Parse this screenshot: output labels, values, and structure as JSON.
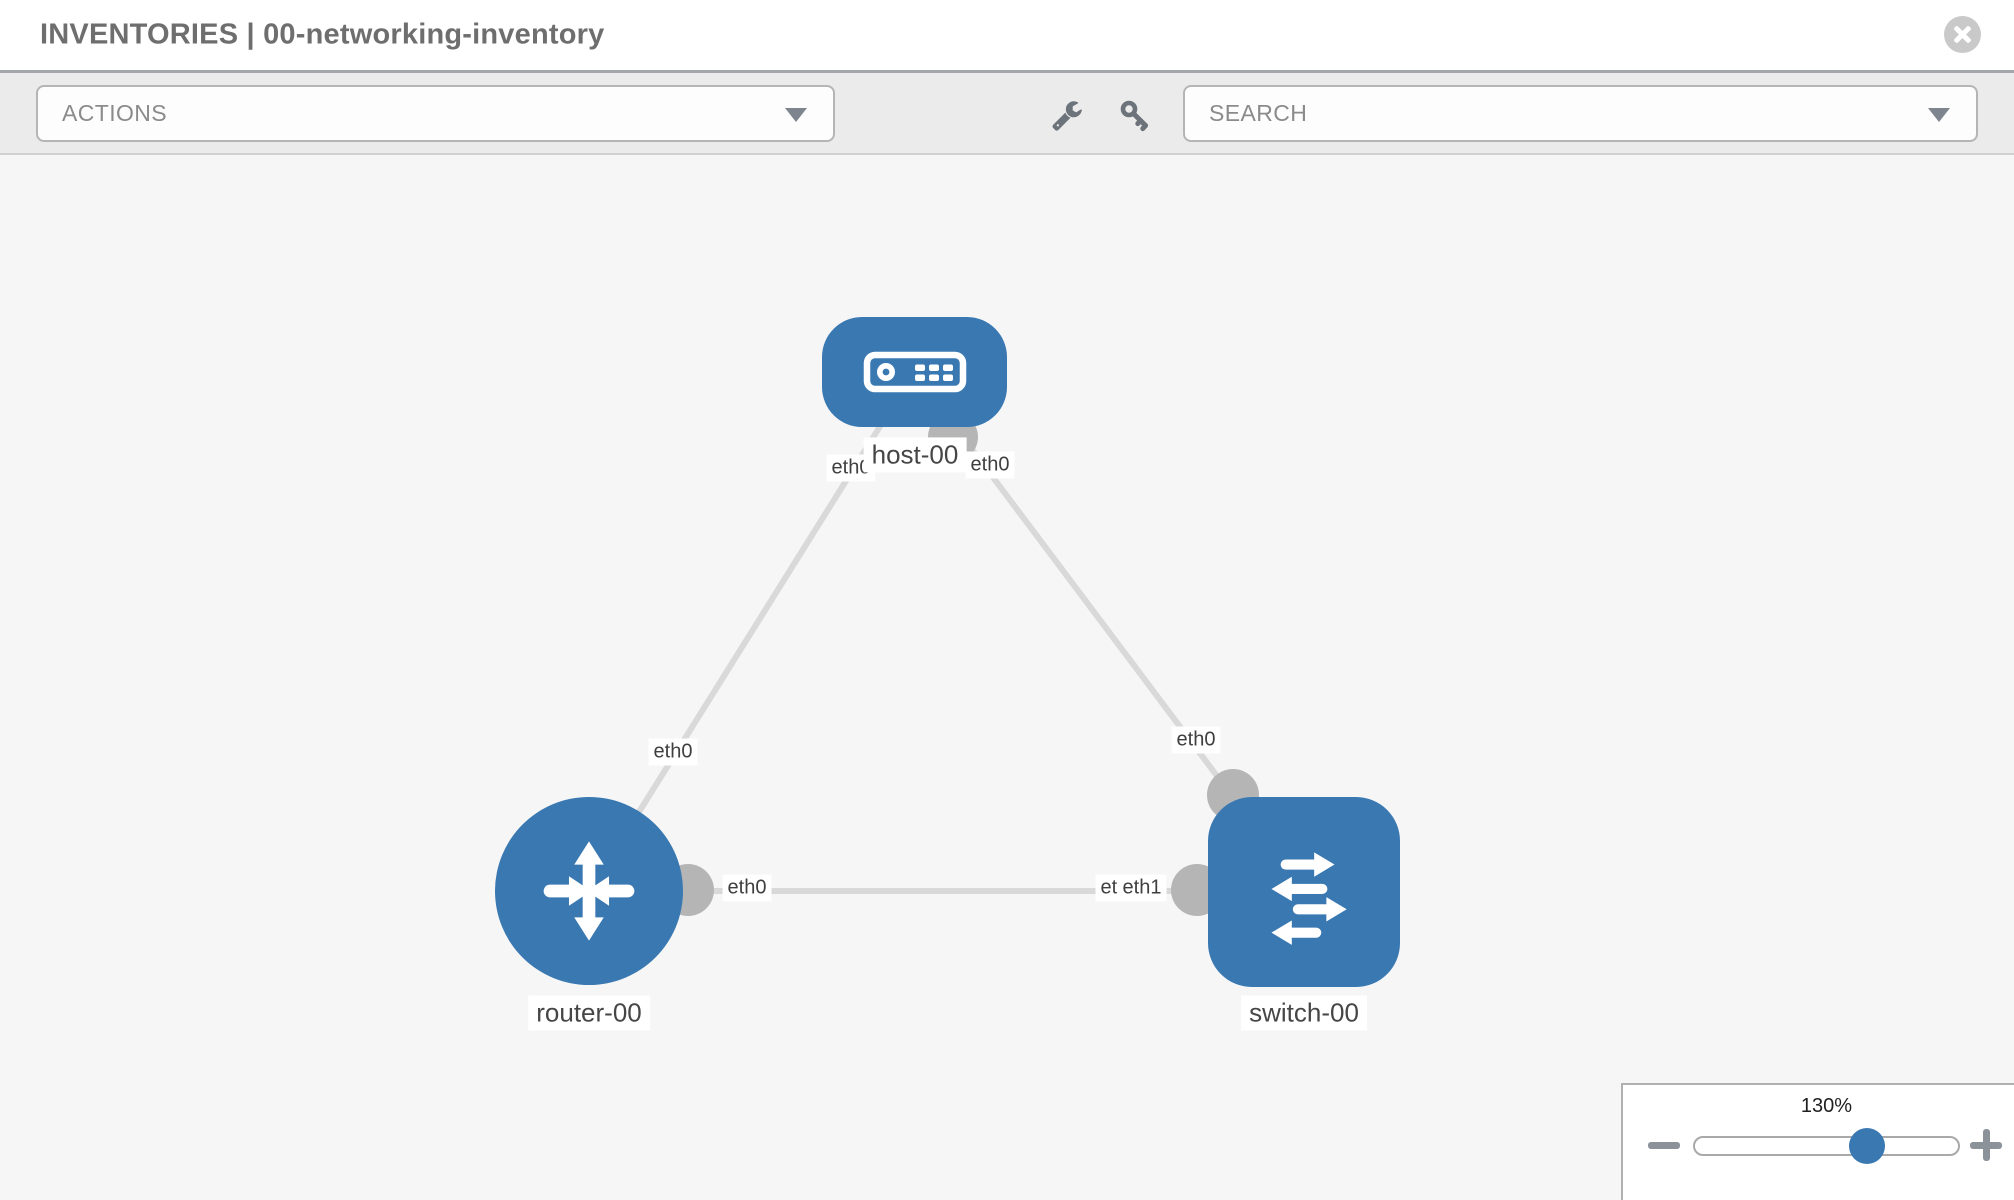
{
  "header": {
    "title": "INVENTORIES | 00-networking-inventory",
    "close_icon": "x-circle"
  },
  "toolbar": {
    "actions": {
      "label": "ACTIONS",
      "caret_icon": "chevron-down"
    },
    "search": {
      "placeholder": "SEARCH",
      "caret_icon": "chevron-down"
    },
    "tools": [
      {
        "icon": "wrench"
      },
      {
        "icon": "key"
      }
    ]
  },
  "topology": {
    "nodes": [
      {
        "id": "host-00",
        "type": "host",
        "label": "host-00"
      },
      {
        "id": "router-00",
        "type": "router",
        "label": "router-00"
      },
      {
        "id": "switch-00",
        "type": "switch",
        "label": "switch-00"
      }
    ],
    "links": [
      {
        "from": "host-00",
        "to": "router-00",
        "from_if": "eth0",
        "to_if": "eth0"
      },
      {
        "from": "host-00",
        "to": "switch-00",
        "from_if": "eth0",
        "to_if": "eth0"
      },
      {
        "from": "router-00",
        "to": "switch-00",
        "from_if": "eth0",
        "to_if": "eth1"
      }
    ],
    "ports": [
      {
        "text": "eth0",
        "at": "host-left"
      },
      {
        "text": "eth0",
        "at": "host-right"
      },
      {
        "text": "eth0",
        "at": "router-top"
      },
      {
        "text": "eth0",
        "at": "router-right"
      },
      {
        "text": "eth0",
        "at": "switch-left-back"
      },
      {
        "text": "eth1",
        "at": "switch-left-front"
      },
      {
        "text": "eth0",
        "at": "switch-top"
      }
    ]
  },
  "zoom_control": {
    "value": "130%",
    "zoom_out_icon": "minus",
    "zoom_in_icon": "plus"
  },
  "colors": {
    "node_blue": "#3a78b2",
    "port_gray": "#b5b5b5",
    "link_gray": "#d9d9d9",
    "toolbar_bg": "#ebebeb",
    "canvas_bg": "#f6f6f6"
  }
}
